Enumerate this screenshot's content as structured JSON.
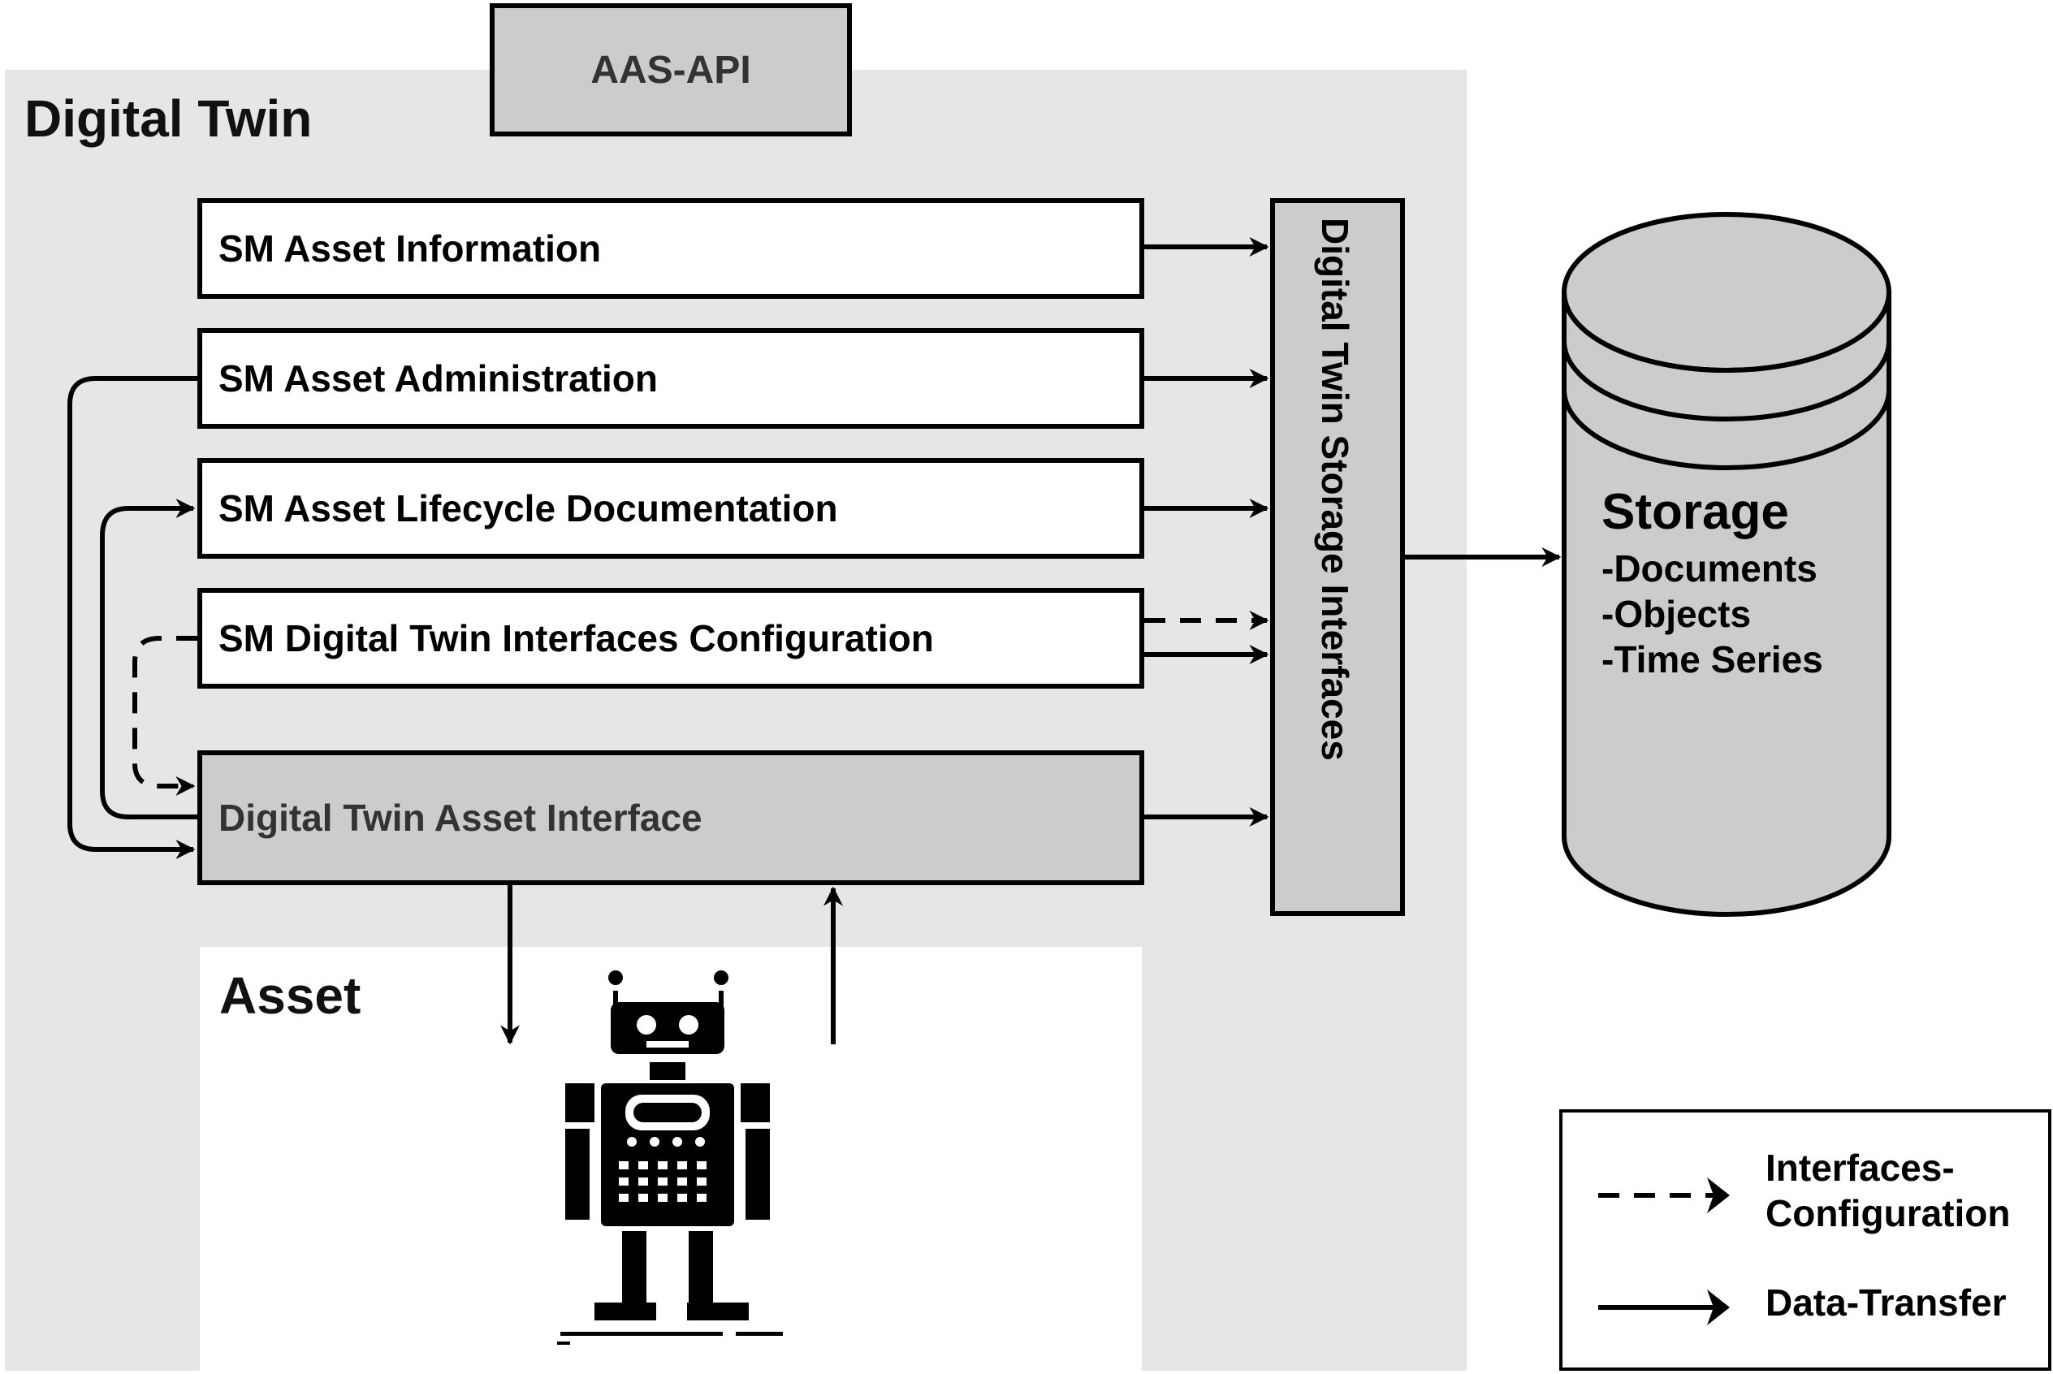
{
  "diagram": {
    "digital_twin_title": "Digital Twin",
    "aas_api_label": "AAS-API",
    "submodels": [
      {
        "label": "SM Asset Information"
      },
      {
        "label": "SM Asset Administration"
      },
      {
        "label": "SM Asset Lifecycle Documentation"
      },
      {
        "label": "SM Digital Twin Interfaces Configuration"
      }
    ],
    "asset_interface_label": "Digital Twin Asset Interface",
    "storage_interfaces_label": "Digital Twin Storage Interfaces",
    "asset_title": "Asset",
    "asset_icon": "robot-icon",
    "storage": {
      "title": "Storage",
      "items": [
        "-Documents",
        "-Objects",
        "-Time Series"
      ],
      "icon": "database-cylinder-icon"
    },
    "legend": {
      "dashed_label_line1": "Interfaces-",
      "dashed_label_line2": "Configuration",
      "solid_label": "Data-Transfer"
    },
    "colors": {
      "digital_twin_background": "#e6e6e6",
      "box_gray": "#cccccc",
      "stroke": "#000000"
    }
  }
}
